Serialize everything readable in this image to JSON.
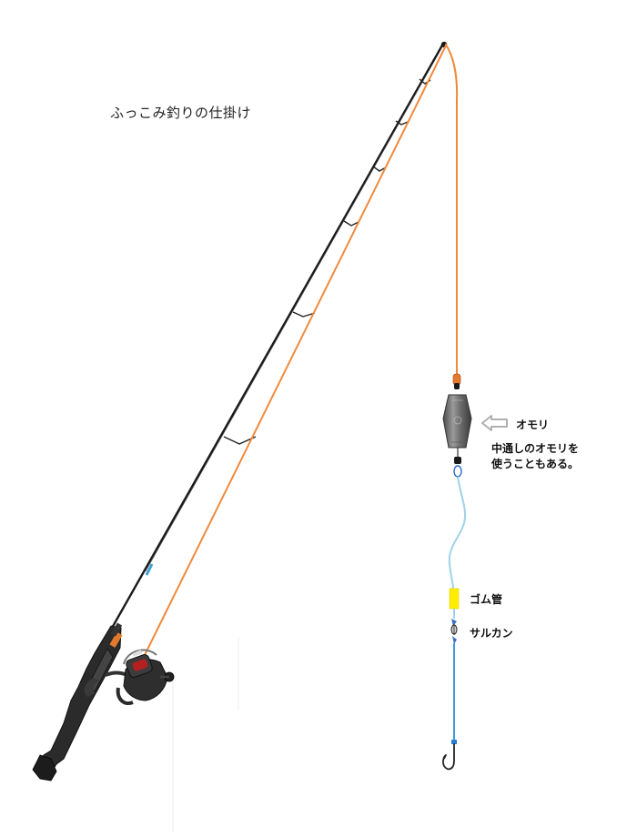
{
  "title": "ふっこみ釣りの仕掛け",
  "labels": {
    "sinker": "オモリ",
    "sinker_note_line1": "中通しのオモリを",
    "sinker_note_line2": "使うこともある。",
    "rubber_tube": "ゴム管",
    "swivel": "サルカン"
  },
  "colors": {
    "main_line": "#f08a3c",
    "leader_upper": "#9dd3e6",
    "leader_lower": "#3b9be0",
    "rubber_tube": "#ffee00",
    "rod": "#1a1a1a",
    "sinker": "#6a6a6a",
    "arrow": "#b0b0b0"
  },
  "icons": {
    "arrow": "outline-left-arrow-icon",
    "hook": "fish-hook-icon",
    "reel": "spinning-reel-icon",
    "sinker": "sinker-weight-icon",
    "swivel": "swivel-icon"
  }
}
